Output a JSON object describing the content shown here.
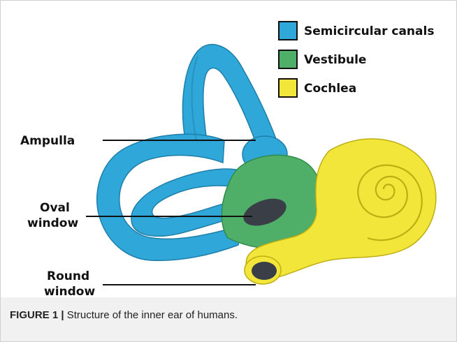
{
  "colors": {
    "semicircular": "#2fa7d9",
    "semicircular_dark": "#1f7fa8",
    "vestibule": "#4fae67",
    "vestibule_dark": "#2f8a4c",
    "cochlea": "#f2e63b",
    "cochlea_dark": "#bfae12",
    "window": "#3a3f47"
  },
  "legend": [
    {
      "label": "Semicircular canals",
      "color": "#2fa7d9"
    },
    {
      "label": "Vestibule",
      "color": "#4fae67"
    },
    {
      "label": "Cochlea",
      "color": "#f2e63b"
    }
  ],
  "callouts": {
    "ampulla": "Ampulla",
    "oval_window_line1": "Oval",
    "oval_window_line2": "window",
    "round_window_line1": "Round",
    "round_window_line2": "window"
  },
  "caption": {
    "label": "FIGURE 1 |",
    "text": " Structure of the inner ear of humans."
  }
}
